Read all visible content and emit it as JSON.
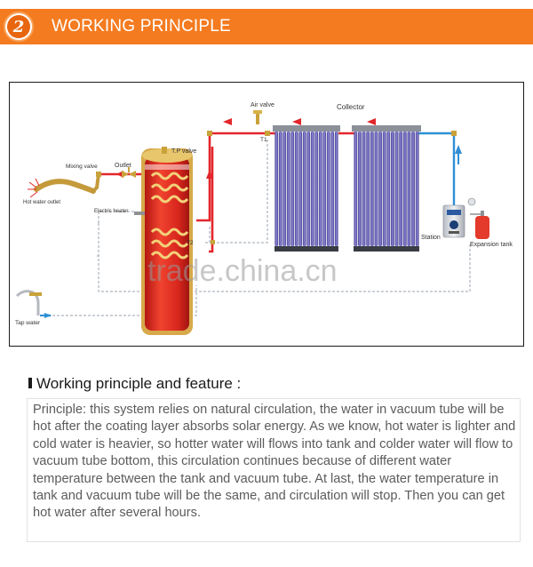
{
  "header": {
    "step_number": "2",
    "title": "WORKING PRINCIPLE",
    "colors": {
      "bar": "#f47b20",
      "badge": "#e8660f"
    }
  },
  "diagram": {
    "labels": {
      "air_valve": "Air valve",
      "collector": "Collector",
      "t1": "T1",
      "t2": "T2",
      "tp_valve": "T.P valve",
      "outlet": "Outlet",
      "mixing_valve": "Mixing valve",
      "hot_water_outlet": "Hot water outlet",
      "electric_heater": "Electric heater",
      "station": "Station",
      "expansion_tank": "Expansion tank",
      "tap_water": "Tap water"
    },
    "watermark": "trade.china.cn",
    "colors": {
      "hot_pipe": "#e3262b",
      "cold_pipe": "#2f8fd6",
      "tank": "#e02b20",
      "tube": "#6a63b8"
    },
    "collector_tube_count": 16
  },
  "feature": {
    "heading": "Working principle and feature :",
    "body": "Principle: this system relies on natural circulation, the water in vacuum tube will be hot after the coating layer absorbs solar energy. As we know, hot water is lighter and cold water is heavier, so hotter water will flows into tank and colder water will flow to vacuum tube bottom, this circulation continues because of different water temperature between the tank and vacuum tube. At last, the water temperature in tank and vacuum tube will be the same, and circulation will stop. Then you can get hot water after several hours."
  }
}
